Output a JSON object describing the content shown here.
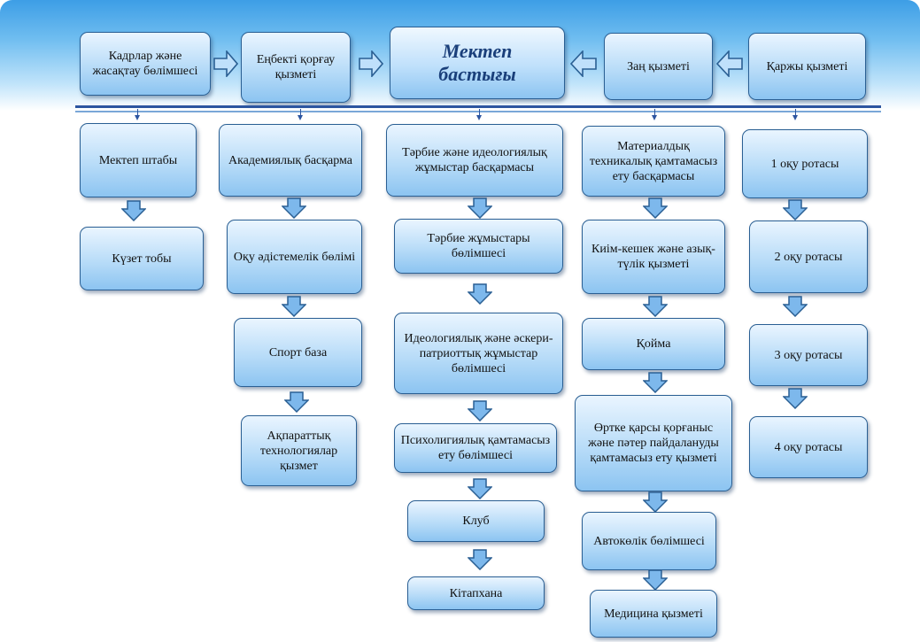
{
  "top": {
    "cadres": "Кадрлар және жасақтау бөлімшесі",
    "labor": "Еңбекті қорғау қызметі",
    "head": "Мектеп бастығы",
    "legal": "Заң қызметі",
    "finance": "Қаржы қызметі"
  },
  "col1": [
    "Мектеп штабы",
    "Күзет тобы"
  ],
  "col2": [
    "Академиялық басқарма",
    "Оқу әдістемелік бөлімі",
    "Спорт база",
    "Ақпараттық технологиялар қызмет"
  ],
  "col3": [
    "Тәрбие және идеологиялық жұмыстар басқармасы",
    "Тәрбие жұмыстары бөлімшесі",
    "Идеологиялық және әскери-патриоттық жұмыстар бөлімшесі",
    "Психолигиялық қамтамасыз ету бөлімшесі",
    "Клуб",
    "Кітапхана"
  ],
  "col4": [
    "Материалдық техникалық қамтамасыз ету басқармасы",
    "Киім-кешек және азық-түлік қызметі",
    "Қойма",
    "Өртке қарсы қорғаныс және пәтер пайдалануды қамтамасыз ету қызметі",
    "Автокөлік бөлімшесі",
    "Медицина қызметі"
  ],
  "col5": [
    "1 оқу ротасы",
    "2 оқу ротасы",
    "3 оқу ротасы",
    "4 оқу ротасы"
  ]
}
